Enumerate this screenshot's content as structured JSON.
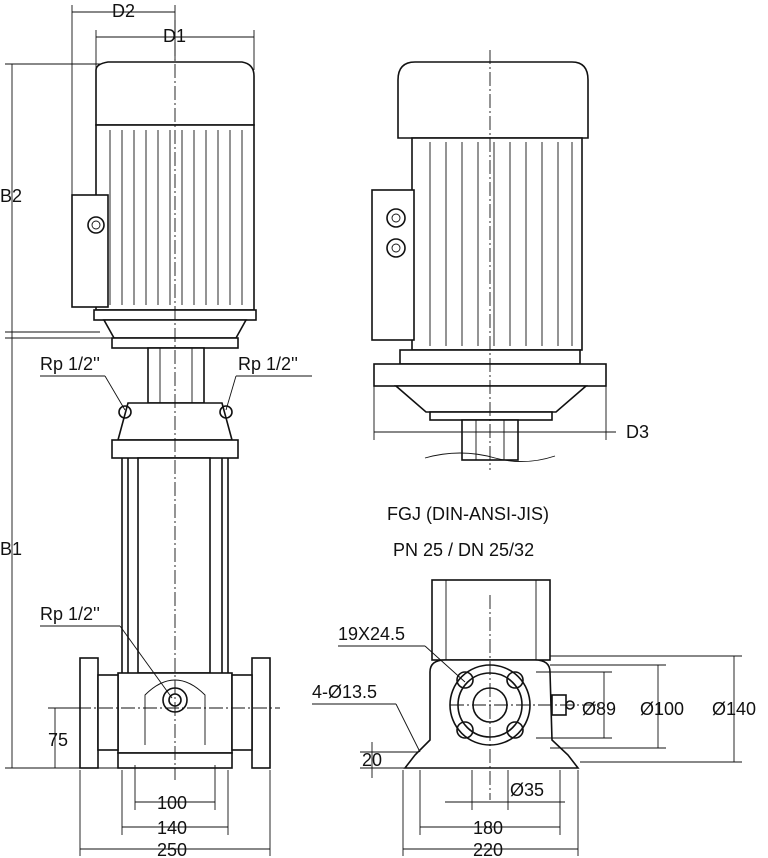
{
  "front_view": {
    "dim_d2": "D2",
    "dim_d1": "D1",
    "dim_b2": "B2",
    "dim_b1": "B1",
    "port_left": "Rp 1/2''",
    "port_right": "Rp 1/2''",
    "port_bottom": "Rp 1/2''",
    "dim_75": "75",
    "dim_100": "100",
    "dim_140": "140",
    "dim_250": "250"
  },
  "side_view": {
    "dim_d3": "D3"
  },
  "flange_view": {
    "title_line1": "FGJ (DIN-ANSI-JIS)",
    "title_line2": "PN 25 / DN 25/32",
    "slot_label": "19X24.5",
    "holes_label": "4-Ø13.5",
    "dim_20": "20",
    "dim_89": "Ø89",
    "dim_100": "Ø100",
    "dim_140": "Ø140",
    "dim_35": "Ø35",
    "dim_180": "180",
    "dim_220": "220"
  }
}
